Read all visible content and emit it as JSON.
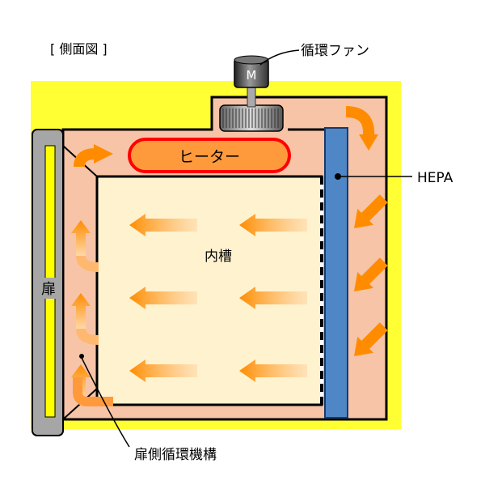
{
  "title": "[ 側面図 ]",
  "labels": {
    "fan": "循環ファン",
    "motor": "M",
    "hepa": "HEPA",
    "heater": "ヒーター",
    "chamber": "内槽",
    "door": "扉",
    "door_mechanism": "扉側循環機構"
  },
  "colors": {
    "outer_box": "#ffff33",
    "airflow_duct": "#f7c4a8",
    "inner_chamber": "#fff2cf",
    "heater_fill": "#ff9a3c",
    "heater_border": "#ff0000",
    "hepa_filter": "#4f86c6",
    "door": "#a6a6a6",
    "door_gasket": "#ffff00",
    "arrow": "#ff8c00",
    "motor": "#555555"
  }
}
